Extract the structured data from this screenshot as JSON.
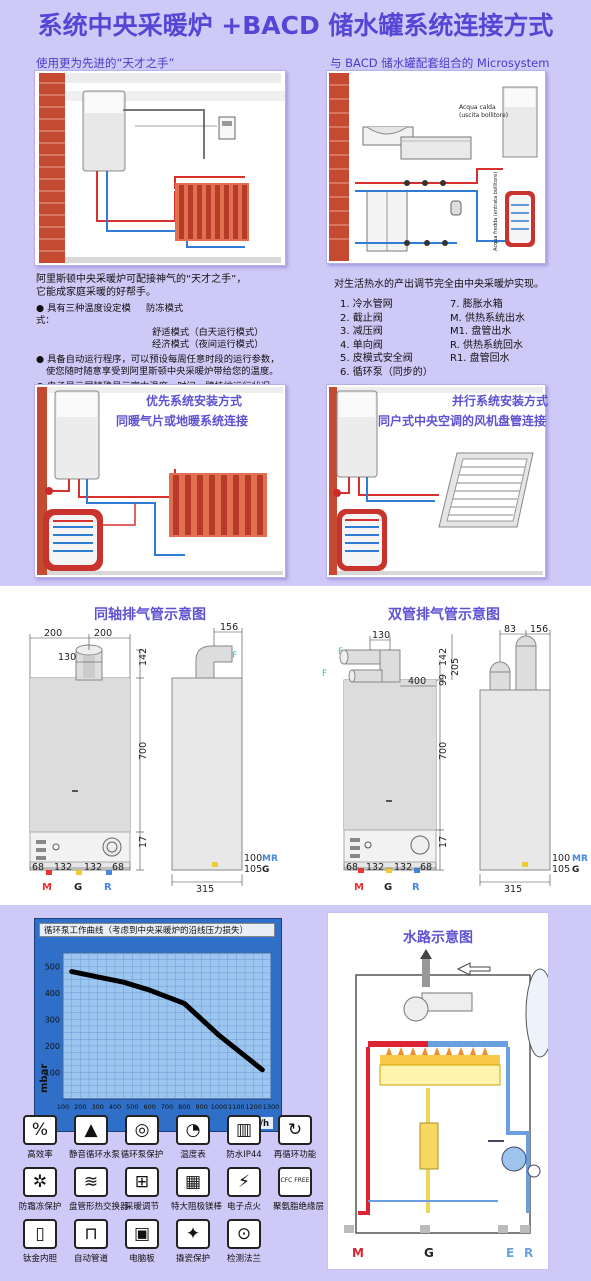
{
  "header": {
    "title": "系统中央采暖炉 +BACD 储水罐系统连接方式"
  },
  "panel_tl": {
    "caption": "使用更为先进的“天才之手”"
  },
  "panel_tr": {
    "caption": "与 BACD 储水罐配套组合的 Microsystem",
    "label_hot_1": "Acqua calda",
    "label_hot_2": "(uscita bollitore)",
    "label_cold": "Acqua fredda (entrata bollitore)"
  },
  "intro": {
    "line1": "阿里斯顿中央采暖炉可配接神气的“天才之手”，",
    "line2": "它能成家庭采暖的好帮手。"
  },
  "bullets": [
    {
      "head": "具有三种温度设定模式：",
      "modes": [
        "防冻模式",
        "舒适模式（白天运行模式）",
        "经济模式（夜间运行模式）"
      ]
    },
    {
      "lines": [
        "具备自动运行程序，可以预设每周任意时段的运行参数，",
        "使您随时随意享受到阿里斯顿中央采暖炉带给您的温度。"
      ]
    },
    {
      "lines": [
        "电子显示屏精确显示室内温度、时间、壁挂炉运行状况。"
      ]
    }
  ],
  "hotwater": {
    "sentence": "对生活热水的产出调节完全由中央采暖炉实现。"
  },
  "legend": {
    "left": [
      "1. 冷水管网",
      "2. 截止阀",
      "3. 减压阀",
      "4. 单向阀",
      "5. 皮模式安全阀",
      "6. 循环泵（同步的）"
    ],
    "right": [
      "7. 膨胀水箱",
      "M. 供热系统出水",
      "M1. 盘管出水",
      "R. 供热系统回水",
      "R1. 盘管回水"
    ]
  },
  "install": {
    "priority": {
      "title": "优先系统安装方式",
      "desc": "同暖气片或地暖系统连接"
    },
    "parallel": {
      "title": "并行系统安装方式",
      "desc": "同户式中央空调的风机盘管连接"
    }
  },
  "flue": {
    "coaxial": {
      "title": "同轴排气管示意图",
      "dims": {
        "top_left": "200",
        "top_right": "200",
        "inner": "130",
        "side_top": "156",
        "h_top": "142",
        "h_body": "700",
        "h_bottom": "17",
        "b1": "68",
        "b2": "132",
        "b3": "132",
        "b4": "68",
        "side_a": "100",
        "side_b": "105",
        "depth": "315"
      },
      "letters": {
        "m": "M",
        "g": "G",
        "r": "R",
        "mr": "MR",
        "g2": "G",
        "f": "F"
      }
    },
    "twin": {
      "title": "双管排气管示意图",
      "dims": {
        "top": "130",
        "top2": "400",
        "h1": "99",
        "h2": "205",
        "h_top": "142",
        "h_body": "700",
        "h_bottom": "17",
        "side1": "83",
        "side2": "156",
        "b1": "68",
        "b2": "132",
        "b3": "132",
        "b4": "68",
        "side_a": "100",
        "side_b": "105",
        "depth": "315"
      },
      "letters": {
        "m": "M",
        "g": "G",
        "r": "R",
        "mr": "MR",
        "g2": "G",
        "f1": "F",
        "f2": "F"
      }
    }
  },
  "chart_data": {
    "type": "line",
    "title": "循环泵工作曲线（考虑到中央采暖炉的沿线压力损失）",
    "xlabel": "流量l/h",
    "ylabel": "mbar",
    "x_ticks": [
      "100",
      "200",
      "300",
      "400",
      "500",
      "600",
      "700",
      "800",
      "900",
      "1000",
      "1100",
      "1200",
      "1300"
    ],
    "y_ticks": [
      "100",
      "200",
      "300",
      "400",
      "500"
    ],
    "xlim": [
      100,
      1300
    ],
    "ylim": [
      0,
      550
    ],
    "series": [
      {
        "x": [
          150,
          300,
          450,
          600,
          800,
          1000,
          1250
        ],
        "y": [
          480,
          460,
          440,
          410,
          360,
          240,
          110
        ]
      }
    ]
  },
  "features": [
    {
      "label": "高效率",
      "icon": "efficiency-icon"
    },
    {
      "label": "静音循环水泵",
      "icon": "pump-icon"
    },
    {
      "label": "循环泵保护",
      "icon": "pump-protect-icon"
    },
    {
      "label": "温度表",
      "icon": "thermometer-icon"
    },
    {
      "label": "防水IP44",
      "icon": "waterproof-icon"
    },
    {
      "label": "再循环功能",
      "icon": "recirculation-icon"
    },
    {
      "label": "防霜冻保护",
      "icon": "frost-icon"
    },
    {
      "label": "盘管形热交换器",
      "icon": "coil-icon"
    },
    {
      "label": "采暖调节",
      "icon": "heating-adjust-icon"
    },
    {
      "label": "特大阻极镁棒",
      "icon": "magnesium-icon"
    },
    {
      "label": "电子点火",
      "icon": "ignition-icon"
    },
    {
      "label": "聚氨脂绝缘层",
      "icon": "insulation-icon",
      "badge": "CFC FREE"
    },
    {
      "label": "钛金内胆",
      "icon": "titanium-tank-icon"
    },
    {
      "label": "自动管道",
      "icon": "auto-pipe-icon"
    },
    {
      "label": "电脑板",
      "icon": "pcb-icon"
    },
    {
      "label": "撬瓷保护",
      "icon": "enamel-icon"
    },
    {
      "label": "检测法兰",
      "icon": "flange-icon"
    }
  ],
  "water": {
    "title": "水路示意图",
    "m": "M",
    "g": "G",
    "e": "E",
    "r": "R"
  }
}
